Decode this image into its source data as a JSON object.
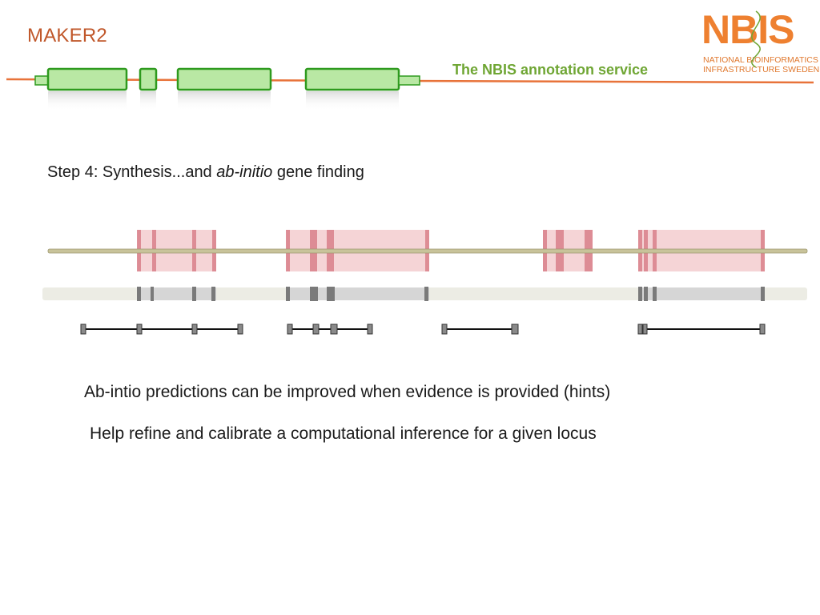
{
  "slide": {
    "title": "MAKER2",
    "service_label": "The NBIS annotation service",
    "logo": {
      "text": "NBIS",
      "subtitle_line1": "NATIONAL BIOINFORMATICS",
      "subtitle_line2": "INFRASTRUCTURE SWEDEN"
    },
    "step_prefix": "Step 4: Synthesis...and ",
    "step_italic": "ab-initio",
    "step_suffix": " gene finding",
    "bullet_1": "Ab-intio predictions can be improved when evidence is provided (hints)",
    "bullet_2": "Help refine and calibrate a computational inference for a given locus"
  },
  "colors": {
    "title": "#c0572a",
    "service": "#6fa634",
    "header_line": "#e8733a",
    "exon_fill": "#b9e8a4",
    "exon_stroke": "#2e9a1e",
    "evidence_pink": "#e9a1a8",
    "evidence_edge": "#d9808a",
    "track_olive": "#c8c39a",
    "track_gray": "#e8e8e0",
    "mark_gray": "#7a7a7a"
  }
}
